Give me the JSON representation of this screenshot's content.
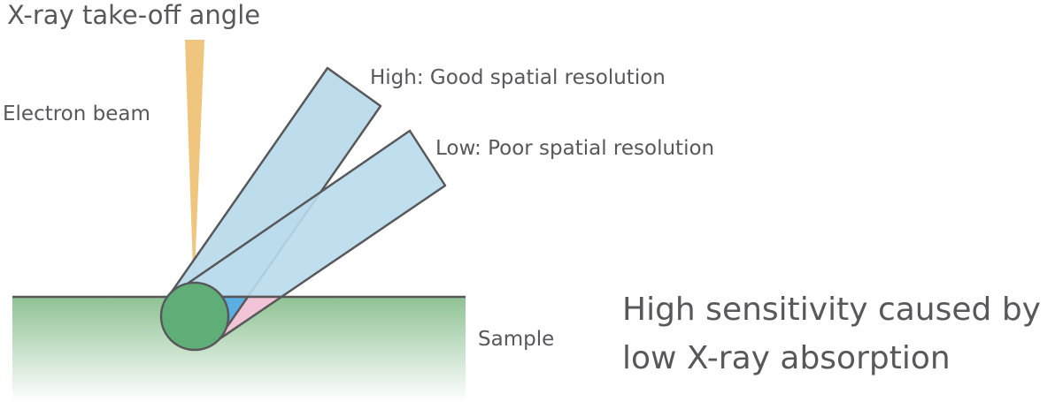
{
  "title": "X-ray take-off angle",
  "labels": {
    "electron_beam": "Electron beam",
    "high": "High: Good spatial resolution",
    "low": "Low: Poor spatial resolution",
    "sample": "Sample",
    "conclusion_line1": "High sensitivity caused by",
    "conclusion_line2": "low X-ray absorption"
  },
  "colors": {
    "beam": "#f0c57e",
    "xray": "#b9dbec",
    "sample_top": "#8fc294",
    "volume": "#5fae77",
    "blue_region": "#5aaee0",
    "pink_region": "#f2c4d8",
    "stroke": "#58585a"
  }
}
